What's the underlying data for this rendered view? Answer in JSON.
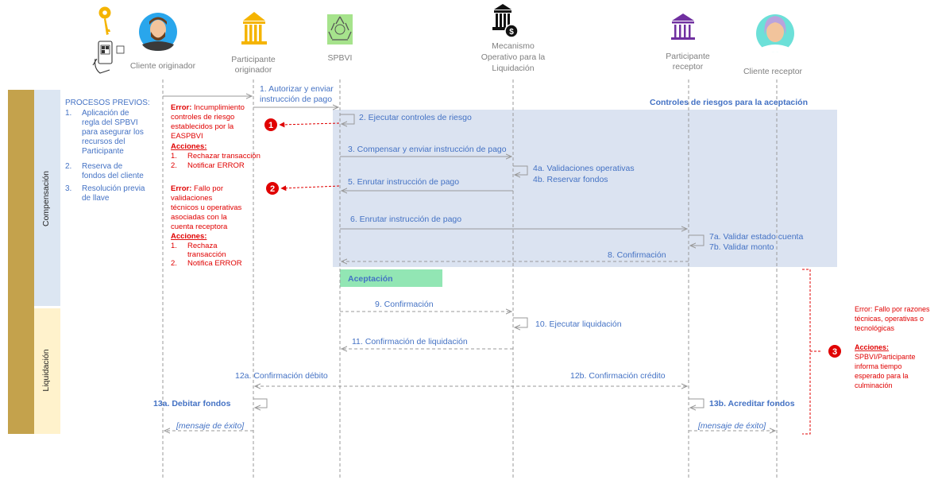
{
  "actors": {
    "cliente_originador": "Cliente originador",
    "participante_originador": [
      "Participante",
      "originador"
    ],
    "spbvi": "SPBVI",
    "mecanismo": [
      "Mecanismo",
      "Operativo para la",
      "Liquidación"
    ],
    "participante_receptor": [
      "Participante",
      "receptor"
    ],
    "cliente_receptor": "Cliente receptor"
  },
  "phases": {
    "compensacion": "Compensación",
    "liquidacion": "Liquidación"
  },
  "procesos_previos": {
    "title": "PROCESOS PREVIOS:",
    "items": [
      {
        "num": "1.",
        "lines": [
          "Aplicación de",
          "regla del SPBVI",
          "para asegurar los",
          "recursos del",
          "Participante"
        ]
      },
      {
        "num": "2.",
        "lines": [
          "Reserva de",
          "fondos del cliente"
        ]
      },
      {
        "num": "3.",
        "lines": [
          "Resolución previa",
          "de llave"
        ]
      }
    ]
  },
  "controles_title": "Controles de riesgos para la aceptación",
  "aceptacion": "Aceptación",
  "messages": {
    "m1": [
      "1. Autorizar y enviar",
      "instrucción de pago"
    ],
    "m2": "2. Ejecutar controles de riesgo",
    "m3": "3. Compensar y enviar instrucción de pago",
    "m4": [
      "4a. Validaciones operativas",
      "4b. Reservar fondos"
    ],
    "m5": "5. Enrutar instrucción de pago",
    "m6": "6. Enrutar instrucción de pago",
    "m7": [
      "7a. Validar estado cuenta",
      "7b. Validar monto"
    ],
    "m8": "8. Confirmación",
    "m9": "9. Confirmación",
    "m10": "10. Ejecutar liquidación",
    "m11": "11. Confirmación de liquidación",
    "m12a": "12a. Confirmación débito",
    "m12b": "12b. Confirmación crédito",
    "m13a": "13a. Debitar fondos",
    "m13b": "13b. Acreditar fondos",
    "exito_left": "[mensaje de éxito]",
    "exito_right": "[mensaje de éxito]"
  },
  "errors": {
    "e1": {
      "badge": "1",
      "label": "Error:",
      "lines": [
        "Incumplimiento",
        "controles de riesgo",
        "establecidos por la",
        "EASPBVI"
      ],
      "acciones": "Acciones:",
      "items": [
        {
          "num": "1.",
          "text": "Rechazar transacción"
        },
        {
          "num": "2.",
          "text": "Notificar ERROR"
        }
      ]
    },
    "e2": {
      "badge": "2",
      "label": "Error:",
      "lines": [
        "Fallo por",
        "validaciones",
        "técnicos u operativas",
        "asociadas con la",
        "cuenta receptora"
      ],
      "acciones": "Acciones:",
      "items": [
        {
          "num": "1.",
          "lines": [
            "Rechaza",
            "transacción"
          ]
        },
        {
          "num": "2.",
          "lines": [
            "Notifica ERROR"
          ]
        }
      ]
    },
    "e3": {
      "badge": "3",
      "lines": [
        "Error: Fallo por razones",
        "técnicas, operativas o",
        "tecnológicas"
      ],
      "acciones": "Acciones:",
      "action_lines": [
        "SPBVI/Participante",
        "informa tiempo",
        "esperado para la",
        "culminación"
      ]
    }
  },
  "icons": [
    "key-icon",
    "phone-qr-icon",
    "man-avatar-icon",
    "bank-icon",
    "spbvi-logo-icon",
    "bank-money-icon",
    "bank-purple-icon",
    "woman-avatar-icon"
  ],
  "colors": {
    "phase_dark": "#c4a24c",
    "compensacion_bg": "#dce6f2",
    "liquidacion_bg": "#fff2cc",
    "controles_bg": "#dbe3f1",
    "aceptacion_bg": "#92e6b4",
    "blue_text": "#4472c4",
    "red": "#e00000",
    "bank_gold": "#f5b400",
    "bank_purple": "#7030a0"
  }
}
